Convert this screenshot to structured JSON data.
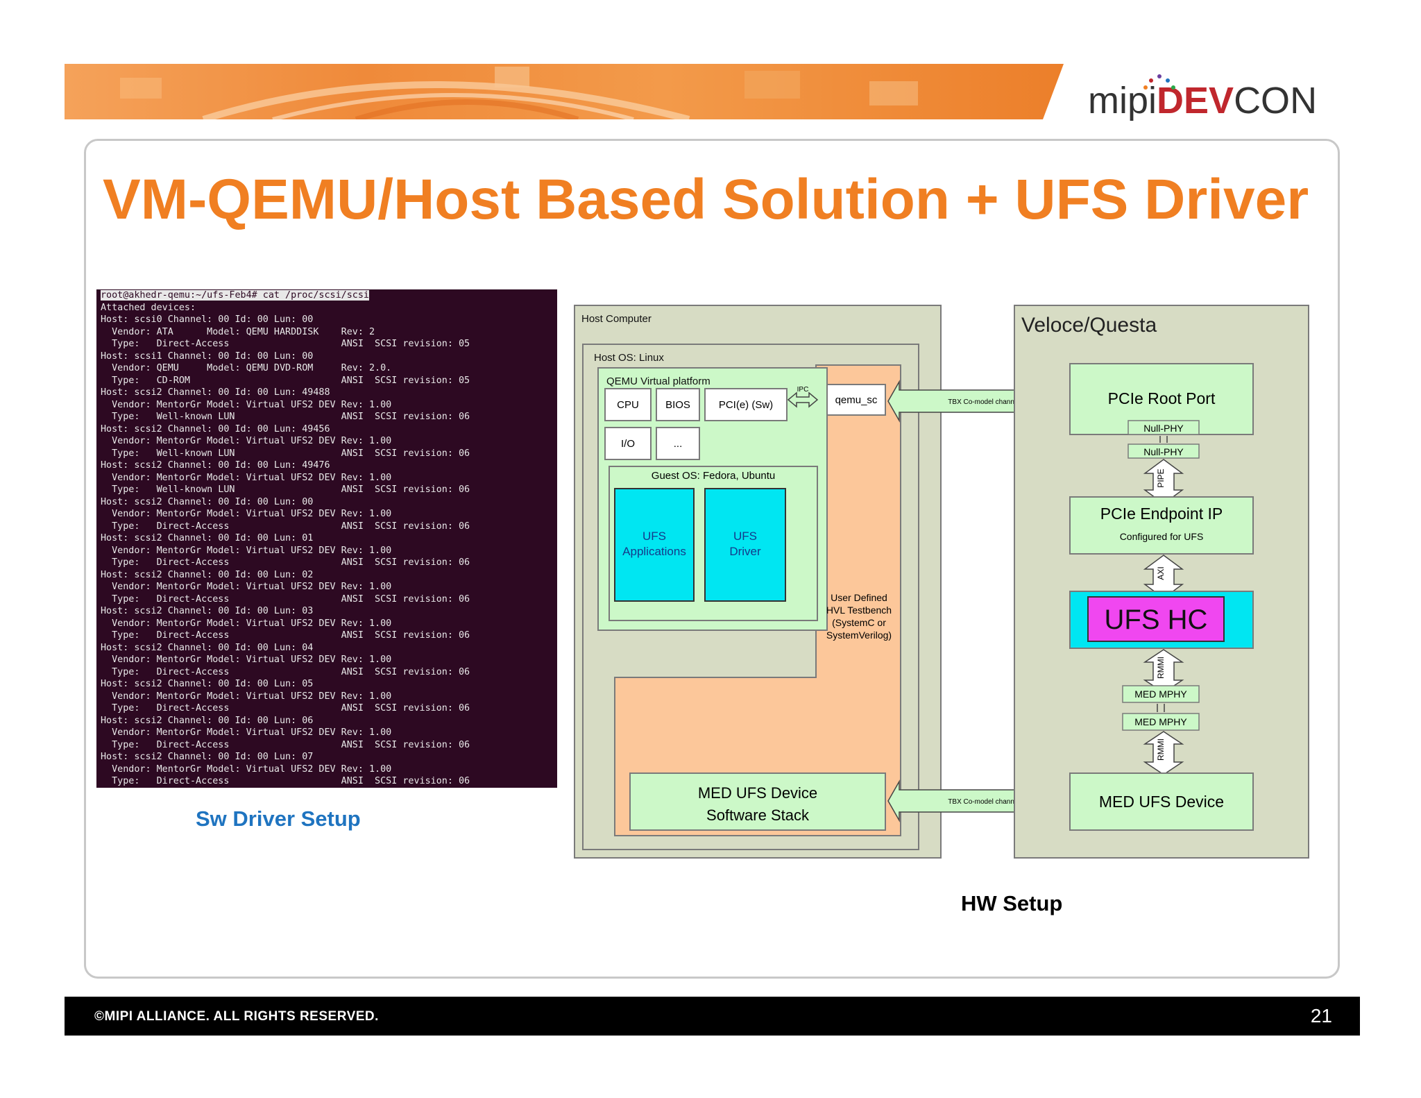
{
  "header": {
    "logo_mipi": "mipi",
    "logo_dev": "DEV",
    "logo_con": "CON"
  },
  "slide": {
    "title": "VM-QEMU/Host Based Solution + UFS Driver",
    "sw_caption": "Sw Driver Setup",
    "hw_caption": "HW Setup"
  },
  "terminal": {
    "prompt": "root@akhedr-qemu:~/ufs-Feb4#",
    "command": " cat /proc/scsi/scsi",
    "lines": [
      "Attached devices:",
      "Host: scsi0 Channel: 00 Id: 00 Lun: 00",
      "  Vendor: ATA      Model: QEMU HARDDISK    Rev: 2",
      "  Type:   Direct-Access                    ANSI  SCSI revision: 05",
      "Host: scsi1 Channel: 00 Id: 00 Lun: 00",
      "  Vendor: QEMU     Model: QEMU DVD-ROM     Rev: 2.0.",
      "  Type:   CD-ROM                           ANSI  SCSI revision: 05",
      "Host: scsi2 Channel: 00 Id: 00 Lun: 49488",
      "  Vendor: MentorGr Model: Virtual UFS2 DEV Rev: 1.00",
      "  Type:   Well-known LUN                   ANSI  SCSI revision: 06",
      "Host: scsi2 Channel: 00 Id: 00 Lun: 49456",
      "  Vendor: MentorGr Model: Virtual UFS2 DEV Rev: 1.00",
      "  Type:   Well-known LUN                   ANSI  SCSI revision: 06",
      "Host: scsi2 Channel: 00 Id: 00 Lun: 49476",
      "  Vendor: MentorGr Model: Virtual UFS2 DEV Rev: 1.00",
      "  Type:   Well-known LUN                   ANSI  SCSI revision: 06",
      "Host: scsi2 Channel: 00 Id: 00 Lun: 00",
      "  Vendor: MentorGr Model: Virtual UFS2 DEV Rev: 1.00",
      "  Type:   Direct-Access                    ANSI  SCSI revision: 06",
      "Host: scsi2 Channel: 00 Id: 00 Lun: 01",
      "  Vendor: MentorGr Model: Virtual UFS2 DEV Rev: 1.00",
      "  Type:   Direct-Access                    ANSI  SCSI revision: 06",
      "Host: scsi2 Channel: 00 Id: 00 Lun: 02",
      "  Vendor: MentorGr Model: Virtual UFS2 DEV Rev: 1.00",
      "  Type:   Direct-Access                    ANSI  SCSI revision: 06",
      "Host: scsi2 Channel: 00 Id: 00 Lun: 03",
      "  Vendor: MentorGr Model: Virtual UFS2 DEV Rev: 1.00",
      "  Type:   Direct-Access                    ANSI  SCSI revision: 06",
      "Host: scsi2 Channel: 00 Id: 00 Lun: 04",
      "  Vendor: MentorGr Model: Virtual UFS2 DEV Rev: 1.00",
      "  Type:   Direct-Access                    ANSI  SCSI revision: 06",
      "Host: scsi2 Channel: 00 Id: 00 Lun: 05",
      "  Vendor: MentorGr Model: Virtual UFS2 DEV Rev: 1.00",
      "  Type:   Direct-Access                    ANSI  SCSI revision: 06",
      "Host: scsi2 Channel: 00 Id: 00 Lun: 06",
      "  Vendor: MentorGr Model: Virtual UFS2 DEV Rev: 1.00",
      "  Type:   Direct-Access                    ANSI  SCSI revision: 06",
      "Host: scsi2 Channel: 00 Id: 00 Lun: 07",
      "  Vendor: MentorGr Model: Virtual UFS2 DEV Rev: 1.00",
      "  Type:   Direct-Access                    ANSI  SCSI revision: 06"
    ]
  },
  "diagram": {
    "host_computer": "Host Computer",
    "host_os": "Host OS: Linux",
    "qemu_platform": "QEMU Virtual platform",
    "cpu": "CPU",
    "bios": "BIOS",
    "pcie_sw": "PCI(e) (Sw)",
    "io": "I/O",
    "ellipsis": "...",
    "ipc": "IPC",
    "qemu_sc": "qemu_sc",
    "guest_os": "Guest OS: Fedora, Ubuntu",
    "ufs_apps_1": "UFS",
    "ufs_apps_2": "Applications",
    "ufs_driver_1": "UFS",
    "ufs_driver_2": "Driver",
    "hvl_1": "User Defined",
    "hvl_2": "HVL Testbench",
    "hvl_3": "(SystemC or",
    "hvl_4": "SystemVerilog)",
    "med_stack_1": "MED UFS Device",
    "med_stack_2": "Software Stack",
    "tbx_top": "TBX Co-model channel",
    "tbx_bottom": "TBX Co-model channel",
    "veloce": "Veloce/Questa",
    "pcie_root": "PCIe Root Port",
    "null_phy_1": "Null-PHY",
    "null_phy_2": "Null-PHY",
    "pipe": "PIPE",
    "pcie_endpoint": "PCIe Endpoint IP",
    "configured": "Configured for UFS",
    "axi": "AXI",
    "ufs_hc": "UFS HC",
    "rmmi_1": "RMMI",
    "med_mphy_1": "MED MPHY",
    "med_mphy_2": "MED MPHY",
    "rmmi_2": "RMMI",
    "med_device": "MED UFS Device"
  },
  "footer": {
    "copyright": "©MIPI ALLIANCE. ALL RIGHTS RESERVED.",
    "page_number": "21"
  },
  "colors": {
    "title_orange": "#f07f22",
    "hw_outer": "#d7dcc4",
    "light_green": "#ccf8c8",
    "peach": "#fcc79a",
    "cyan": "#00e6f2",
    "magenta": "#f047f0",
    "terminal_bg": "#2d0922"
  }
}
